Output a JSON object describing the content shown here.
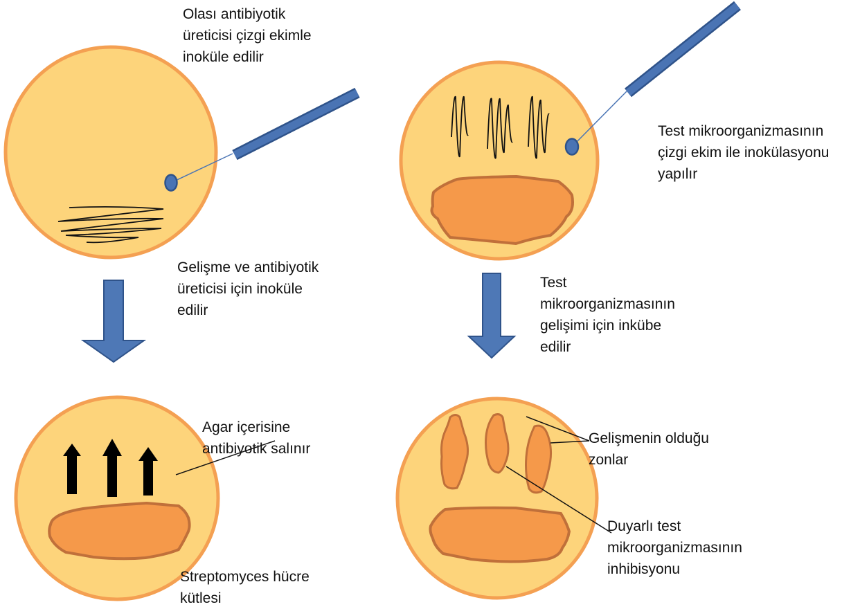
{
  "colors": {
    "plate_fill": "#FDD47B",
    "plate_border": "#F4A052",
    "colony_fill": "#F5994A",
    "colony_border": "#C0703A",
    "needle_fill": "#4A74B4",
    "needle_border": "#2F538A",
    "arrow_fill": "#4E78B6",
    "text": "#111111"
  },
  "labels": {
    "step1": [
      "Olası antibiyotik",
      "üreticisi çizgi ekimle",
      "inoküle edilir"
    ],
    "step2": [
      "Test mikroorganizmasının",
      "çizgi ekim ile inokülasyonu",
      "yapılır"
    ],
    "arrow1": [
      "Gelişme ve antibiyotik",
      "üreticisi için inoküle",
      "edilir"
    ],
    "arrow2": [
      "Test",
      "mikroorganizmasının",
      "gelişimi için inkübe",
      "edilir"
    ],
    "agar": [
      "Agar içerisine",
      "antibiyotik salınır"
    ],
    "growth_zones": [
      "Gelişmenin olduğu",
      "zonlar"
    ],
    "inhibition": [
      "Duyarlı test",
      "mikroorganizmasının",
      "inhibisyonu"
    ],
    "cell_mass": [
      "Streptomyces hücre",
      "kütlesi"
    ]
  }
}
